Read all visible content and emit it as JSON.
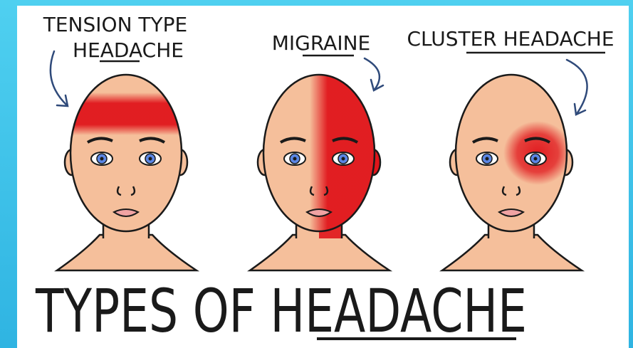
{
  "labels": {
    "tension_line1": "TENSION TYPE",
    "tension_line2": "HEADACHE",
    "migraine": "MIGRAINE",
    "cluster": "CLUSTER HEADACHE"
  },
  "title": "TYPES OF HEADACHE",
  "colors": {
    "background": "#3fc3ea",
    "skin": "#f5bf9b",
    "pain": "#e0151b",
    "iris": "#5b86e5",
    "arrow": "#2f4a7a"
  }
}
